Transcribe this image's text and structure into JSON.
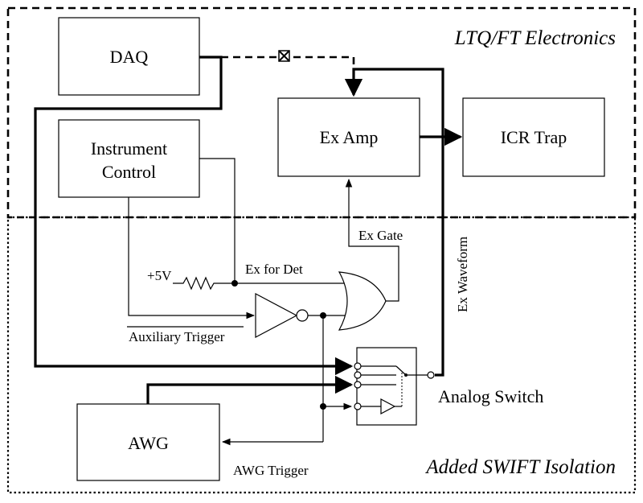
{
  "regions": {
    "top_title": "LTQ/FT Electronics",
    "bottom_title": "Added SWIFT Isolation"
  },
  "blocks": {
    "daq": "DAQ",
    "instrument_control_line1": "Instrument",
    "instrument_control_line2": "Control",
    "ex_amp": "Ex Amp",
    "icr_trap": "ICR Trap",
    "awg": "AWG"
  },
  "signals": {
    "plus5v": "+5V",
    "ex_for_det": "Ex for Det",
    "ex_gate": "Ex Gate",
    "ex_waveform": "Ex Waveform",
    "auxiliary_trigger": "Auxiliary Trigger",
    "analog_switch": "Analog Switch",
    "awg_trigger": "AWG Trigger"
  }
}
